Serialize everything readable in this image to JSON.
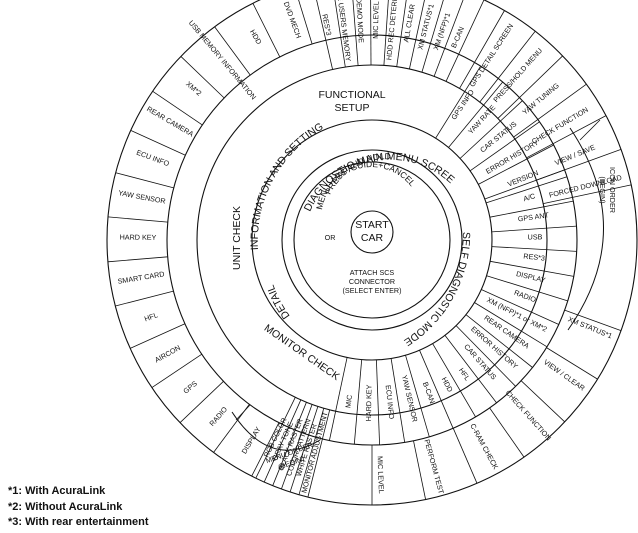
{
  "hub": {
    "start": [
      "START",
      "CAR"
    ],
    "or": "OR",
    "press": [
      "PRESS AND HOLD",
      "MENU+MAP/GUIDE+CANCEL"
    ],
    "attach": [
      "ATTACH SCS",
      "CONNECTOR",
      "(SELECT ENTER)"
    ]
  },
  "arc_labels": {
    "main_menu": "DIAGNOSTIC MAIN MENU SCREEN",
    "information": "INFORMATION AND SETTING",
    "detail": "DETAIL",
    "self_diag": "SELF DIAGNOSTIC MODE",
    "unit_check": "UNIT CHECK",
    "monitor_check": "MONITOR CHECK",
    "functional_setup": [
      "FUNCTIONAL",
      "SETUP"
    ]
  },
  "unit_check_items": [
    "DVD MECH",
    "HDD",
    "USB MEMORY INFORMATION",
    "XM*2",
    "REAR CAMERA",
    "ECU INFO",
    "YAW SENSOR",
    "HARD KEY",
    "SMART CARD",
    "HFL",
    "AIRCON",
    "GPS",
    "RADIO",
    "DISPLAY"
  ],
  "functional_items": [
    "RES*3",
    "SAVE USERS MEMORY",
    "DEMO MODE",
    "MIC LEVEL",
    "HDD REC DETERRENT",
    "ALL CLEAR",
    "XM STATUS*1",
    "XM (NFP)*1",
    "B-CAN"
  ],
  "info_items": [
    "GPS INFO",
    "YAW RATE",
    "CAR STATUS",
    "ERROR HISTORY",
    "VERSION"
  ],
  "gps_sub": [
    "GPS DETAIL SCREEN",
    "PRESS/HOLD MENU",
    "YAW TUNING",
    "CHECK FUNCTION",
    "VIEW / SAVE",
    "FORCED DOWNLOAD"
  ],
  "self_diag_items": [
    "A/C",
    "GPS ANT",
    "USB",
    "RES*3",
    "DISPLAY",
    "RADIO",
    "XM (NFP)*1 or XM*2",
    "REAR CAMERA",
    "ERROR HISTORY",
    "CAR STATUS",
    "HFL",
    "HDD",
    "B-CAN",
    "YAW SENSOR",
    "ECU INFO",
    "HARD KEY",
    "MIC"
  ],
  "self_diag_outer": [
    "XM STATUS*1",
    "VIEW / CLEAR",
    "CHECK FUNCTION",
    "C-RAM CHECK",
    "PERFORM TEST",
    "MIC LEVEL"
  ],
  "monitor_items": [
    "MONITOR ADJUSTMENT",
    "WHITE RASTER",
    "COLOR PATTERN",
    "BLACK RASTER",
    "GRAY TONE",
    "RGB COLOR"
  ],
  "order_labels": {
    "icon_order": [
      "ICON ORDER",
      "(BEGIN)"
    ],
    "menu_order": [
      "MENU ORDER",
      "(BEGIN)"
    ]
  },
  "footnotes": [
    "*1: With AcuraLink",
    "*2: Without AcuraLink",
    "*3: With rear entertainment"
  ]
}
